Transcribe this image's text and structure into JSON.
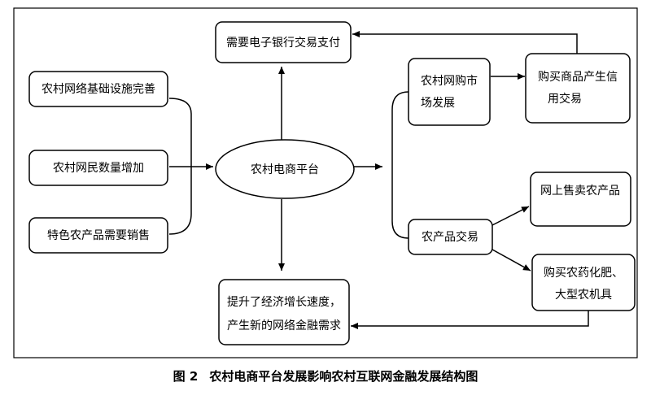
{
  "nodes": {
    "ebank": "需要电子银行交易支付",
    "infra": "农村网络基础设施完善",
    "netizens": "农村网民数量增加",
    "specialty": "特色农产品需要销售",
    "platform": "农村电商平台",
    "shopping": [
      "农村网购市",
      "场发展"
    ],
    "credit": [
      "购买商品产生信",
      "用交易"
    ],
    "sell_online": "网上售卖农产品",
    "agri_trade": "农产品交易",
    "buy_inputs": [
      "购买农药化肥、",
      "大型农机具"
    ],
    "growth": [
      "提升了经济增长速度，",
      "产生新的网络金融需求"
    ]
  },
  "caption": {
    "number": "图 2",
    "title": "农村电商平台发展影响农村互联网金融发展结构图"
  }
}
